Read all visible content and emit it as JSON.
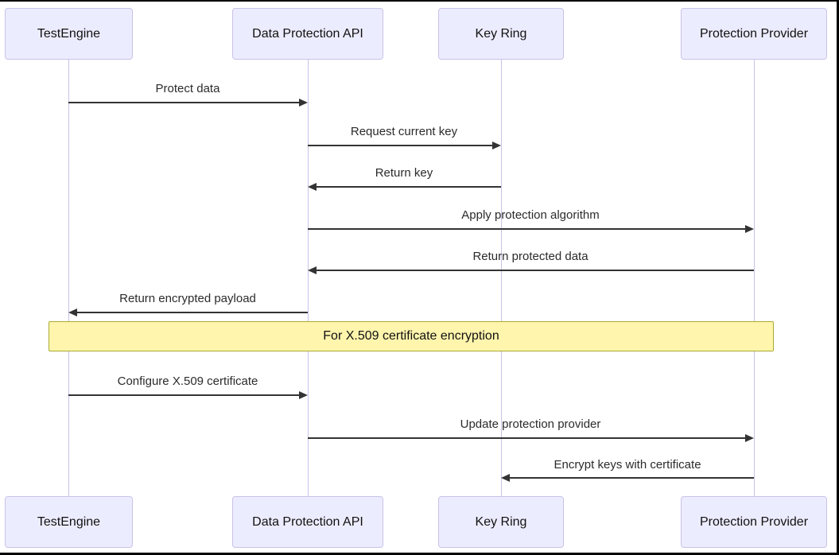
{
  "diagram": {
    "type": "sequence-diagram",
    "actors": [
      {
        "id": "testengine",
        "label": "TestEngine"
      },
      {
        "id": "data-protection-api",
        "label": "Data Protection API"
      },
      {
        "id": "key-ring",
        "label": "Key Ring"
      },
      {
        "id": "protection-provider",
        "label": "Protection Provider"
      }
    ],
    "messages": [
      {
        "from": "TestEngine",
        "to": "Data Protection API",
        "direction": "right",
        "text": "Protect data"
      },
      {
        "from": "Data Protection API",
        "to": "Key Ring",
        "direction": "right",
        "text": "Request current key"
      },
      {
        "from": "Key Ring",
        "to": "Data Protection API",
        "direction": "left",
        "text": "Return key"
      },
      {
        "from": "Data Protection API",
        "to": "Protection Provider",
        "direction": "right",
        "text": "Apply protection algorithm"
      },
      {
        "from": "Protection Provider",
        "to": "Data Protection API",
        "direction": "left",
        "text": "Return protected data"
      },
      {
        "from": "Data Protection API",
        "to": "TestEngine",
        "direction": "left",
        "text": "Return encrypted payload"
      },
      {
        "from": "TestEngine",
        "to": "Data Protection API",
        "direction": "right",
        "text": "Configure X.509 certificate"
      },
      {
        "from": "Data Protection API",
        "to": "Protection Provider",
        "direction": "right",
        "text": "Update protection provider"
      },
      {
        "from": "Protection Provider",
        "to": "Key Ring",
        "direction": "left",
        "text": "Encrypt keys with certificate"
      }
    ],
    "note": {
      "span": "all participants",
      "text": "For X.509 certificate encryption"
    },
    "colors": {
      "background": "#FFFFFF",
      "actor_fill": "#ECECFF",
      "actor_border": "#C9C2E8",
      "lifeline": "#C9C2E8",
      "arrow": "#333333",
      "message_text": "#2B2B2B",
      "note_fill": "#FFF5AD",
      "note_border": "#AAAA33",
      "frame": "#000000"
    }
  }
}
